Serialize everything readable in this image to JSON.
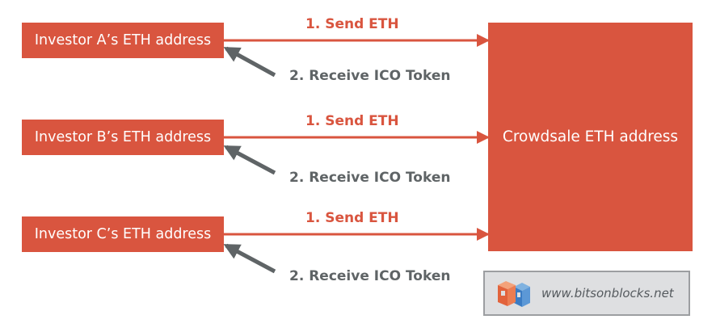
{
  "colors": {
    "accent": "#d9553f",
    "arrow_grey": "#5f6466",
    "box_text": "#ffffff"
  },
  "investors": [
    {
      "label": "Investor A’s ETH address",
      "send_label": "1. Send ETH",
      "receive_label": "2. Receive ICO Token"
    },
    {
      "label": "Investor B’s ETH address",
      "send_label": "1. Send ETH",
      "receive_label": "2. Receive ICO Token"
    },
    {
      "label": "Investor C’s ETH address",
      "send_label": "1. Send ETH",
      "receive_label": "2. Receive ICO Token"
    }
  ],
  "crowdsale": {
    "label": "Crowdsale ETH address"
  },
  "watermark": {
    "text": "www.bitsonblocks.net",
    "logo_icon": "bitsonblocks-cube-logo-icon"
  }
}
